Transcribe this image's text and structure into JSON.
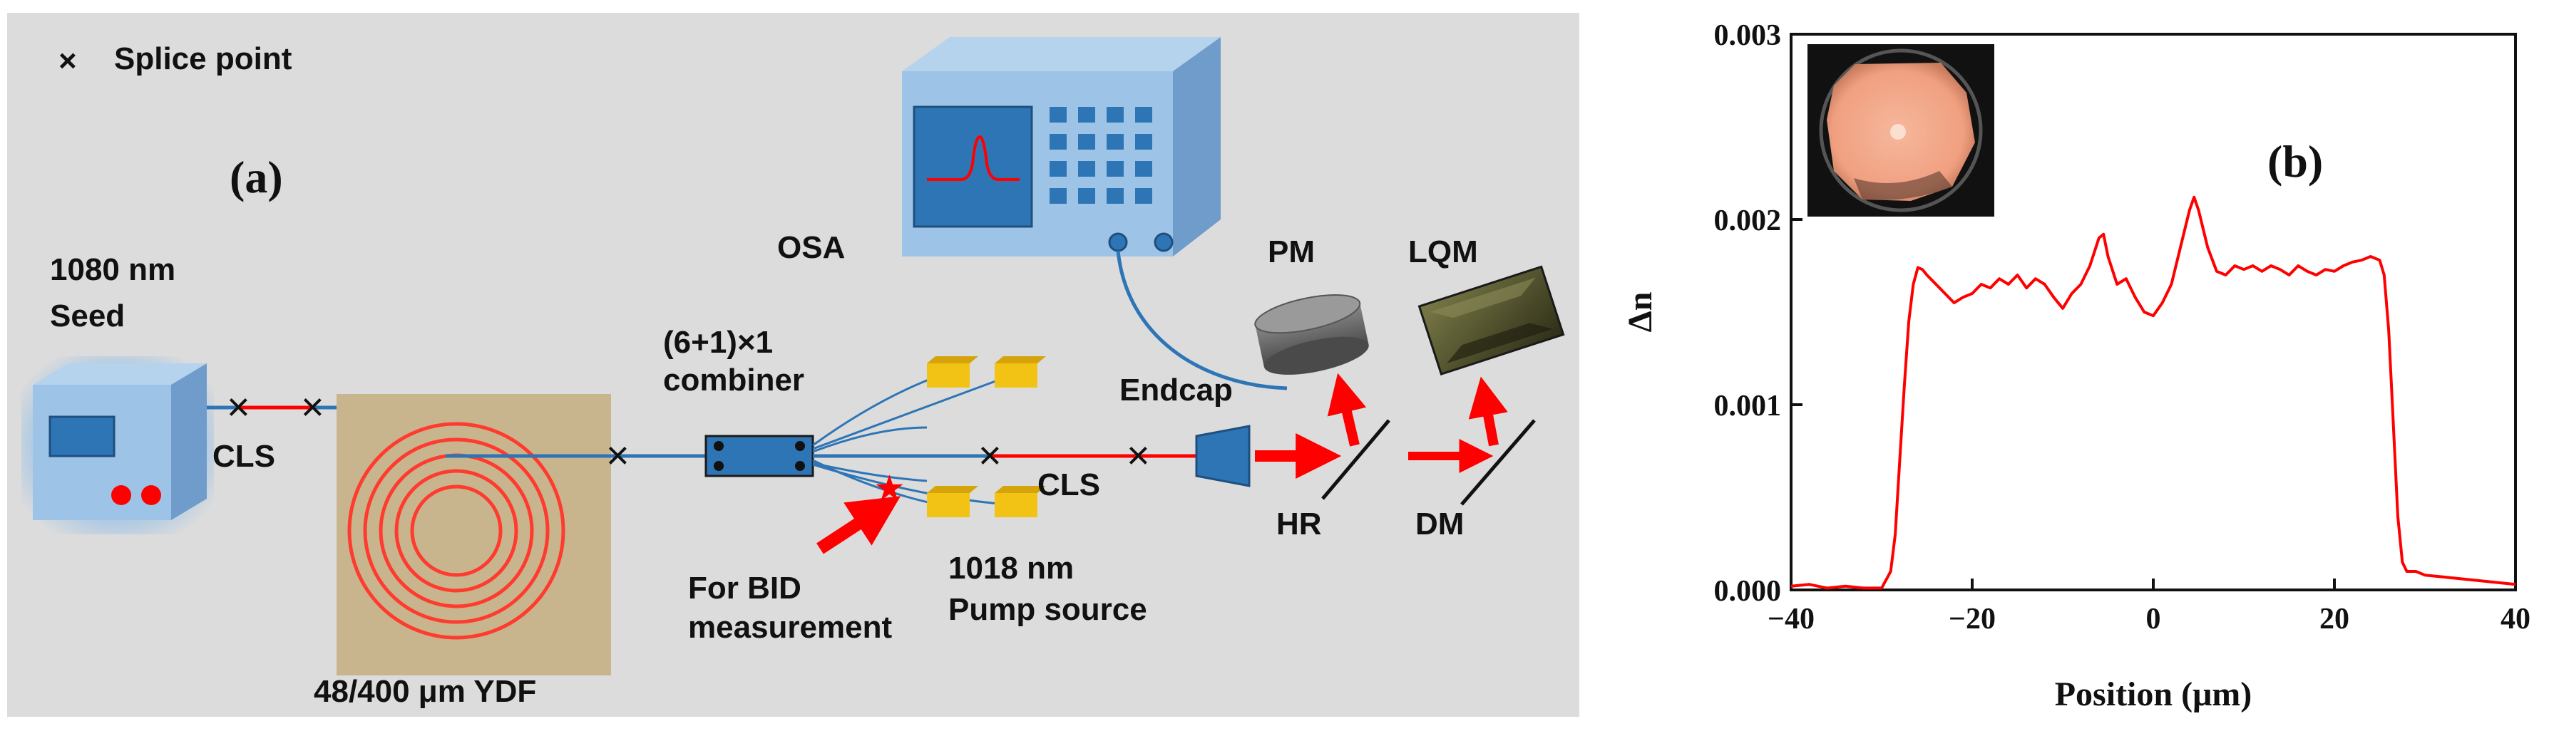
{
  "diagram": {
    "panel_label": "(a)",
    "legend": {
      "symbol": "×",
      "text": "Splice point"
    },
    "components": {
      "seed": {
        "line1": "1080 nm",
        "line2": "Seed"
      },
      "cls_left": "CLS",
      "ydf": "48/400 μm YDF",
      "combiner": {
        "line1": "(6+1)×1",
        "line2": "combiner"
      },
      "bid": {
        "line1": "For BID",
        "line2": "measurement"
      },
      "pump": {
        "line1": "1018 nm",
        "line2": "Pump source"
      },
      "cls_right": "CLS",
      "endcap": "Endcap",
      "osa": "OSA",
      "pm": "PM",
      "lqm": "LQM",
      "hr": "HR",
      "dm": "DM"
    },
    "colors": {
      "background": "#dcdcdc",
      "fiber": "#2e75b6",
      "laser": "#ff0000",
      "pump": "#f2c314",
      "ydf_pad": "#c8b58e",
      "instrument": "#9dc3e6"
    }
  },
  "chart_data": {
    "type": "line",
    "panel_label": "(b)",
    "xlabel": "Position (μm)",
    "ylabel": "Δn",
    "xlim": [
      -40,
      40
    ],
    "ylim": [
      0,
      0.003
    ],
    "xticks": [
      -40,
      -20,
      0,
      20,
      40
    ],
    "xtick_labels": [
      "−40",
      "−20",
      "0",
      "20",
      "40"
    ],
    "yticks": [
      0,
      0.001,
      0.002,
      0.003
    ],
    "ytick_labels": [
      "0.000",
      "0.001",
      "0.002",
      "0.003"
    ],
    "grid": false,
    "line_color": "#ff0000",
    "inset": "fiber cross-section micrograph",
    "series": [
      {
        "x": [
          -40,
          -38,
          -36,
          -34,
          -32,
          -31,
          -30,
          -29,
          -28.5,
          -28,
          -27.5,
          -27,
          -26.5,
          -26,
          -25.5,
          -25,
          -24,
          -23,
          -22,
          -21,
          -20,
          -19,
          -18,
          -17,
          -16,
          -15,
          -14,
          -13,
          -12,
          -11,
          -10,
          -9,
          -8,
          -7,
          -6,
          -5.5,
          -5,
          -4,
          -3,
          -2,
          -1,
          0,
          1,
          2,
          3,
          4,
          4.5,
          5,
          6,
          7,
          8,
          9,
          10,
          11,
          12,
          13,
          14,
          15,
          16,
          17,
          18,
          19,
          20,
          21,
          22,
          23,
          24,
          25,
          25.5,
          26,
          26.5,
          27,
          27.5,
          28,
          29,
          30,
          32,
          34,
          36,
          38,
          40
        ],
        "y": [
          2e-05,
          3e-05,
          1e-05,
          2e-05,
          1e-05,
          1e-05,
          1e-05,
          0.0001,
          0.0003,
          0.0007,
          0.0011,
          0.00145,
          0.00165,
          0.00174,
          0.00173,
          0.0017,
          0.00165,
          0.0016,
          0.00155,
          0.00158,
          0.0016,
          0.00165,
          0.00163,
          0.00168,
          0.00165,
          0.0017,
          0.00163,
          0.00168,
          0.00165,
          0.00158,
          0.00152,
          0.0016,
          0.00165,
          0.00175,
          0.0019,
          0.00192,
          0.0018,
          0.00165,
          0.00168,
          0.00158,
          0.0015,
          0.00148,
          0.00155,
          0.00165,
          0.00185,
          0.00205,
          0.00212,
          0.00205,
          0.00185,
          0.00172,
          0.0017,
          0.00175,
          0.00173,
          0.00175,
          0.00172,
          0.00175,
          0.00173,
          0.0017,
          0.00175,
          0.00172,
          0.0017,
          0.00173,
          0.00172,
          0.00175,
          0.00177,
          0.00178,
          0.0018,
          0.00178,
          0.0017,
          0.0014,
          0.0009,
          0.0004,
          0.00015,
          0.0001,
          0.0001,
          8e-05,
          7e-05,
          6e-05,
          5e-05,
          4e-05,
          3e-05
        ]
      }
    ]
  }
}
